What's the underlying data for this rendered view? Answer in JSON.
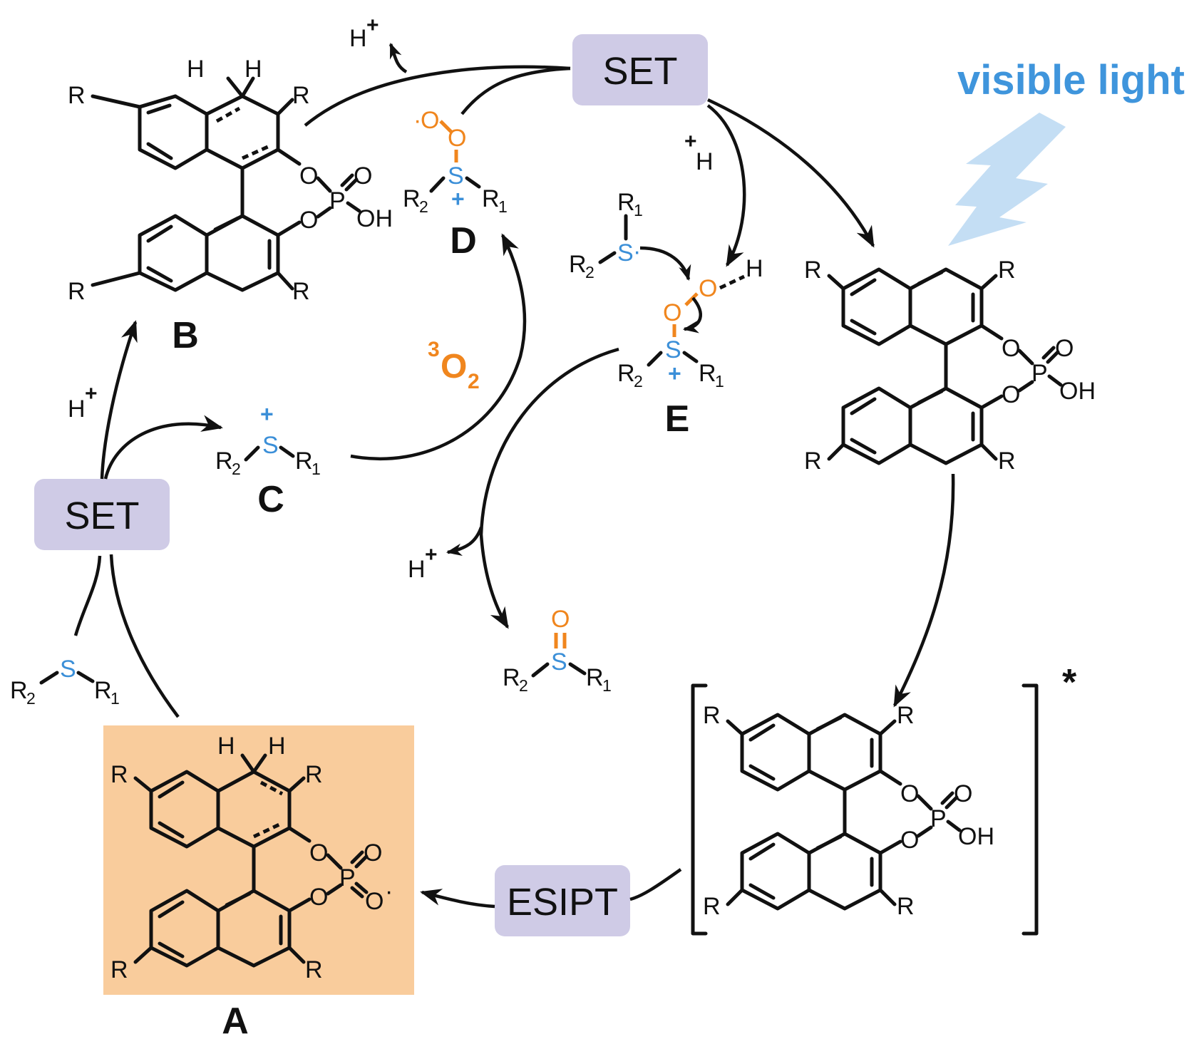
{
  "labels": {
    "set_top": "SET",
    "set_left": "SET",
    "esipt": "ESIPT",
    "visible_light": "visible light",
    "oxygen_sup": "3",
    "oxygen_main": "O",
    "oxygen_sub": "2",
    "compound_a": "A",
    "compound_b": "B",
    "compound_c": "C",
    "compound_d": "D",
    "compound_e": "E",
    "excited_marker": "*"
  },
  "atoms": {
    "R": "R",
    "R1": "R",
    "R2": "R",
    "one": "1",
    "two": "2",
    "O": "O",
    "P": "P",
    "OH": "OH",
    "S": "S",
    "H": "H",
    "plus": "+",
    "dot": "·"
  },
  "colors": {
    "box_purple": "#cfcbe6",
    "box_orange": "#f9cc9c",
    "oxygen": "#f0861e",
    "sulfur": "#3b8fd8",
    "light_blue": "#3f95dc",
    "bolt": "#c4def4"
  }
}
